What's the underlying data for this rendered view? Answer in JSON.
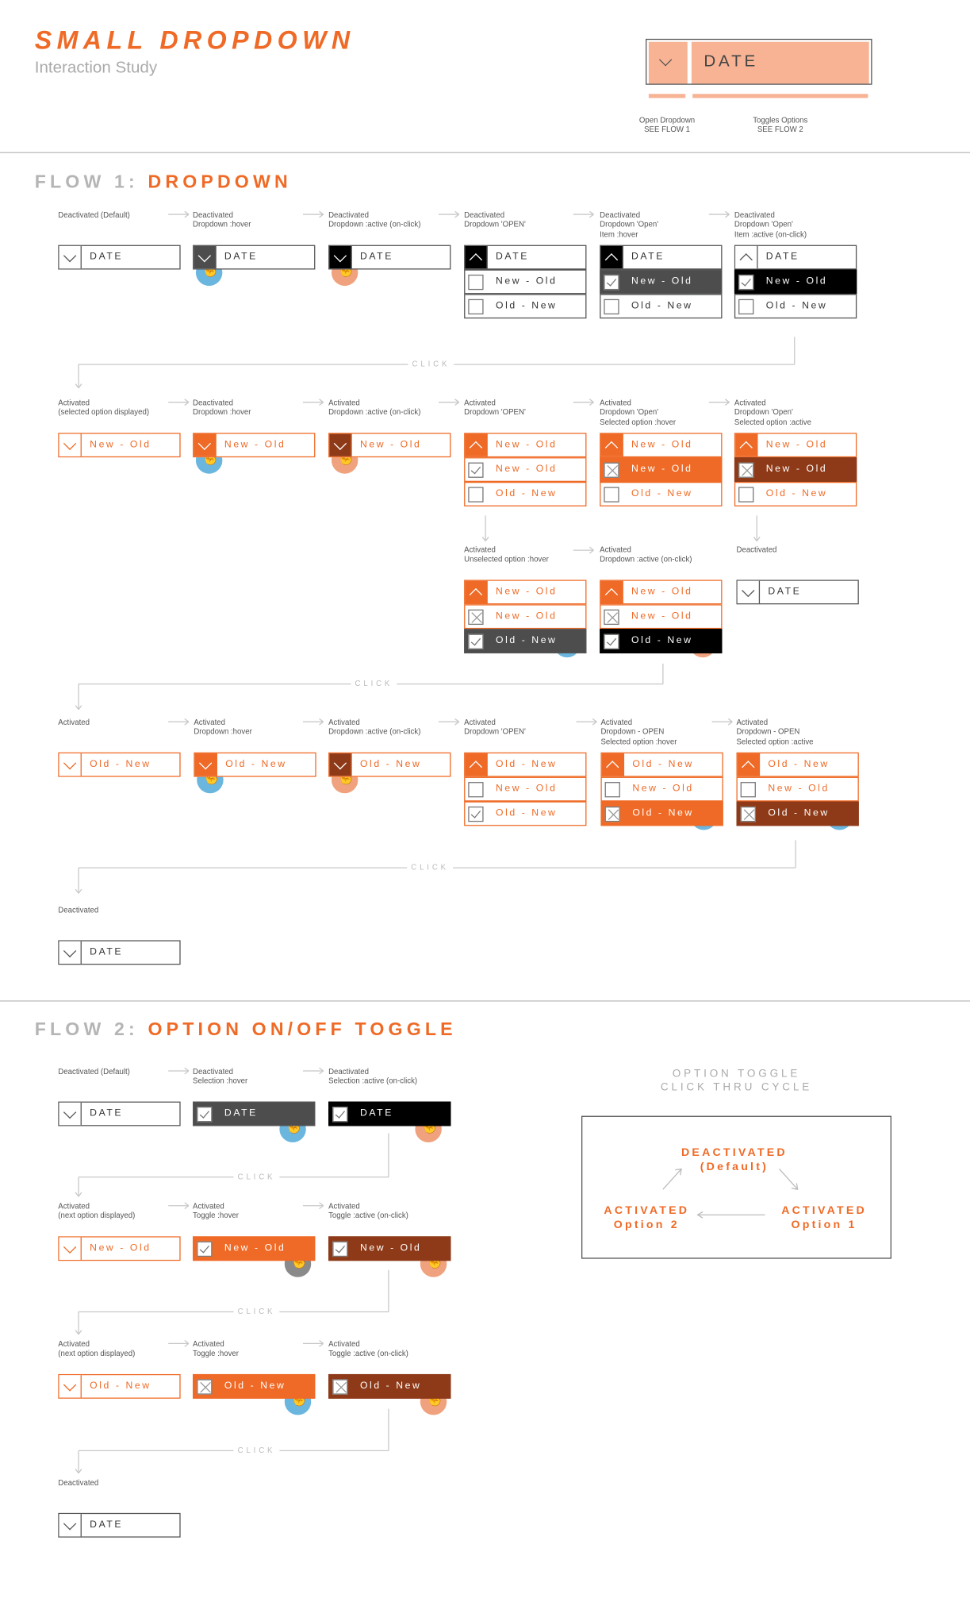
{
  "header": {
    "title": "SMALL DROPDOWN",
    "subtitle": "Interaction Study",
    "ref_label": "DATE",
    "ref_open_caption": "Open Dropdown\nSEE FLOW 1",
    "ref_toggle_caption": "Toggles Options\nSEE FLOW 2"
  },
  "flow1": {
    "prefix": "FLOW 1:",
    "name": "DROPDOWN"
  },
  "flow2": {
    "prefix": "FLOW 2:",
    "name": "OPTION ON/OFF TOGGLE"
  },
  "click_label": "CLICK",
  "cycle": {
    "title": "OPTION TOGGLE\nCLICK THRU CYCLE",
    "deactivated": "DEACTIVATED\n(Default)",
    "activated2": "ACTIVATED\nOption 2",
    "activated1": "ACTIVATED\nOption 1"
  },
  "colors": {
    "orange": "#ef6a26",
    "light_orange": "#f7b394",
    "dark_orange": "#8e3a18",
    "dark_gray": "#4d4d4d",
    "black": "#000000",
    "hover_blue": "#6ab6df",
    "active_peach": "#f0a27e"
  },
  "icons": [
    "chevron-down-icon",
    "chevron-up-icon",
    "checkbox-icon",
    "check-icon",
    "x-mark-icon",
    "pointer-hand-icon",
    "arrow-right-icon"
  ],
  "states": [
    {
      "label": "Deactivated (Default)",
      "rows": [
        {
          "text": "DATE",
          "icon": "dn"
        }
      ]
    },
    {
      "label": "Deactivated\nDropdown :hover",
      "cursor": "b",
      "rows": [
        {
          "text": "DATE",
          "icon": "dn"
        }
      ]
    },
    {
      "label": "Deactivated\nDropdown :active (on-click)",
      "cursor": "p",
      "rows": [
        {
          "text": "DATE",
          "icon": "dn"
        }
      ]
    },
    {
      "label": "Deactivated\nDropdown 'OPEN'",
      "rows": [
        {
          "text": "DATE",
          "icon": "up"
        },
        {
          "text": "New - Old",
          "icon": "cb"
        },
        {
          "text": "Old - New",
          "icon": "cb"
        }
      ]
    },
    {
      "label": "Deactivated\nDropdown 'Open'\nItem :hover",
      "cursor": "b",
      "rows": [
        {
          "text": "DATE",
          "icon": "up"
        },
        {
          "text": "New - Old",
          "icon": "cb-chk"
        },
        {
          "text": "Old - New",
          "icon": "cb"
        }
      ]
    },
    {
      "label": "Deactivated\nDropdown 'Open'\nItem :active (on-click)",
      "cursor": "p",
      "rows": [
        {
          "text": "DATE",
          "icon": "up"
        },
        {
          "text": "New - Old",
          "icon": "cb-chk"
        },
        {
          "text": "Old - New",
          "icon": "cb"
        }
      ]
    },
    {
      "label": "Activated\n(selected option displayed)",
      "rows": [
        {
          "text": "New - Old",
          "icon": "dn"
        }
      ]
    },
    {
      "label": "Deactivated\nDropdown :hover",
      "cursor": "b",
      "rows": [
        {
          "text": "New - Old",
          "icon": "dn"
        }
      ]
    },
    {
      "label": "Activated\nDropdown :active (on-click)",
      "cursor": "p",
      "rows": [
        {
          "text": "New - Old",
          "icon": "dn"
        }
      ]
    },
    {
      "label": "Activated\nDropdown 'OPEN'",
      "rows": [
        {
          "text": "New - Old",
          "icon": "up"
        },
        {
          "text": "New - Old",
          "icon": "cb-chk"
        },
        {
          "text": "Old - New",
          "icon": "cb"
        }
      ]
    },
    {
      "label": "Activated\nDropdown 'Open'\nSelected option :hover",
      "cursor": "g",
      "rows": [
        {
          "text": "New - Old",
          "icon": "up"
        },
        {
          "text": "New - Old",
          "icon": "cb-x"
        },
        {
          "text": "Old - New",
          "icon": "cb"
        }
      ]
    },
    {
      "label": "Activated\nDropdown 'Open'\nSelected option :active",
      "cursor": "p",
      "rows": [
        {
          "text": "New - Old",
          "icon": "up"
        },
        {
          "text": "New - Old",
          "icon": "cb-x"
        },
        {
          "text": "Old - New",
          "icon": "cb"
        }
      ]
    },
    {
      "label": "Activated\nUnselected option :hover",
      "cursor": "b",
      "rows": [
        {
          "text": "New - Old",
          "icon": "up"
        },
        {
          "text": "New - Old",
          "icon": "cb-x"
        },
        {
          "text": "Old - New",
          "icon": "cb-chk"
        }
      ]
    },
    {
      "label": "Activated\nDropdown :active (on-click)",
      "cursor": "p",
      "rows": [
        {
          "text": "New - Old",
          "icon": "up"
        },
        {
          "text": "New - Old",
          "icon": "cb-x"
        },
        {
          "text": "Old - New",
          "icon": "cb-chk"
        }
      ]
    },
    {
      "label": "Deactivated",
      "rows": [
        {
          "text": "DATE",
          "icon": "dn"
        }
      ]
    },
    {
      "label": "Activated",
      "rows": [
        {
          "text": "Old - New",
          "icon": "dn"
        }
      ]
    },
    {
      "label": "Activated\nDropdown :hover",
      "cursor": "b",
      "rows": [
        {
          "text": "Old - New",
          "icon": "dn"
        }
      ]
    },
    {
      "label": "Activated\nDropdown :active (on-click)",
      "cursor": "p",
      "rows": [
        {
          "text": "Old - New",
          "icon": "dn"
        }
      ]
    },
    {
      "label": "Activated\nDropdown 'OPEN'",
      "rows": [
        {
          "text": "Old - New",
          "icon": "up"
        },
        {
          "text": "New - Old",
          "icon": "cb"
        },
        {
          "text": "Old - New",
          "icon": "cb-chk"
        }
      ]
    },
    {
      "label": "Activated\nDropdown - OPEN\nSelected option :hover",
      "cursor": "b",
      "rows": [
        {
          "text": "Old - New",
          "icon": "up"
        },
        {
          "text": "New - Old",
          "icon": "cb"
        },
        {
          "text": "Old - New",
          "icon": "cb-x"
        }
      ]
    },
    {
      "label": "Activated\nDropdown - OPEN\nSelected option :active",
      "cursor": "b",
      "rows": [
        {
          "text": "Old - New",
          "icon": "up"
        },
        {
          "text": "New - Old",
          "icon": "cb"
        },
        {
          "text": "Old - New",
          "icon": "cb-x"
        }
      ]
    },
    {
      "label": "Deactivated",
      "rows": [
        {
          "text": "DATE",
          "icon": "dn"
        }
      ]
    },
    {
      "label": "Deactivated (Default)",
      "rows": [
        {
          "text": "DATE",
          "icon": "dn"
        }
      ]
    },
    {
      "label": "Deactivated\nSelection :hover",
      "cursor": "b",
      "rows": [
        {
          "text": "DATE",
          "icon": "cb-chk"
        }
      ]
    },
    {
      "label": "Deactivated\nSelection :active (on-click)",
      "cursor": "p",
      "rows": [
        {
          "text": "DATE",
          "icon": "cb-chk"
        }
      ]
    },
    {
      "label": "Activated\n(next option displayed)",
      "rows": [
        {
          "text": "New - Old",
          "icon": "dn"
        }
      ]
    },
    {
      "label": "Activated\nToggle :hover",
      "cursor": "g",
      "rows": [
        {
          "text": "New - Old",
          "icon": "cb-chk"
        }
      ]
    },
    {
      "label": "Activated\nToggle :active (on-click)",
      "cursor": "p",
      "rows": [
        {
          "text": "New - Old",
          "icon": "cb-chk"
        }
      ]
    },
    {
      "label": "Activated\n(next option displayed)",
      "rows": [
        {
          "text": "Old - New",
          "icon": "dn"
        }
      ]
    },
    {
      "label": "Activated\nToggle :hover",
      "cursor": "b",
      "rows": [
        {
          "text": "Old - New",
          "icon": "cb-x"
        }
      ]
    },
    {
      "label": "Activated\nToggle :active (on-click)",
      "cursor": "p",
      "rows": [
        {
          "text": "Old - New",
          "icon": "cb-x"
        }
      ]
    },
    {
      "label": "Deactivated",
      "rows": [
        {
          "text": "DATE",
          "icon": "dn"
        }
      ]
    }
  ]
}
